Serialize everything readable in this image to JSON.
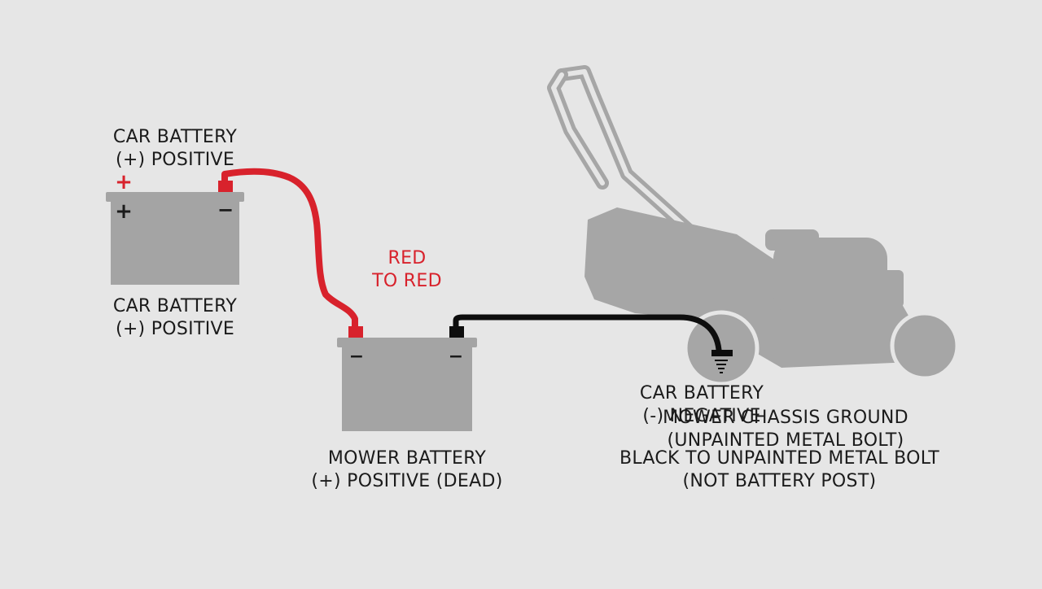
{
  "labels": {
    "car_battery_top": {
      "line1": "CAR BATTERY",
      "line2": "(+) POSITIVE"
    },
    "car_battery_bottom": {
      "line1": "CAR BATTERY",
      "line2": "(+) POSITIVE"
    },
    "red_to_red": {
      "line1": "RED",
      "line2": "TO RED"
    },
    "mower_battery": {
      "line1": "MOWER BATTERY",
      "line2": "(+) POSITIVE (DEAD)"
    },
    "car_battery_negative": {
      "line1": "CAR BATTERY",
      "line2": "(-) NEGATIVE"
    },
    "chassis_ground": {
      "line1": "MOWER CHASSIS GROUND",
      "line2": "(UNPAINTED METAL BOLT)"
    },
    "black_to_bolt": {
      "line1": "BLACK TO UNPAINTED METAL BOLT",
      "line2": "(NOT BATTERY POST)"
    }
  },
  "terminal_marks": {
    "car_plus_red": "+",
    "car_plus": "+",
    "car_minus": "−",
    "mower_left": "−",
    "mower_right": "−"
  },
  "colors": {
    "background": "#e6e6e6",
    "battery": "#a4a4a4",
    "mower": "#a6a6a6",
    "red_cable": "#d8222c",
    "black_cable": "#0d0d0d",
    "text": "#1b1b1b"
  }
}
